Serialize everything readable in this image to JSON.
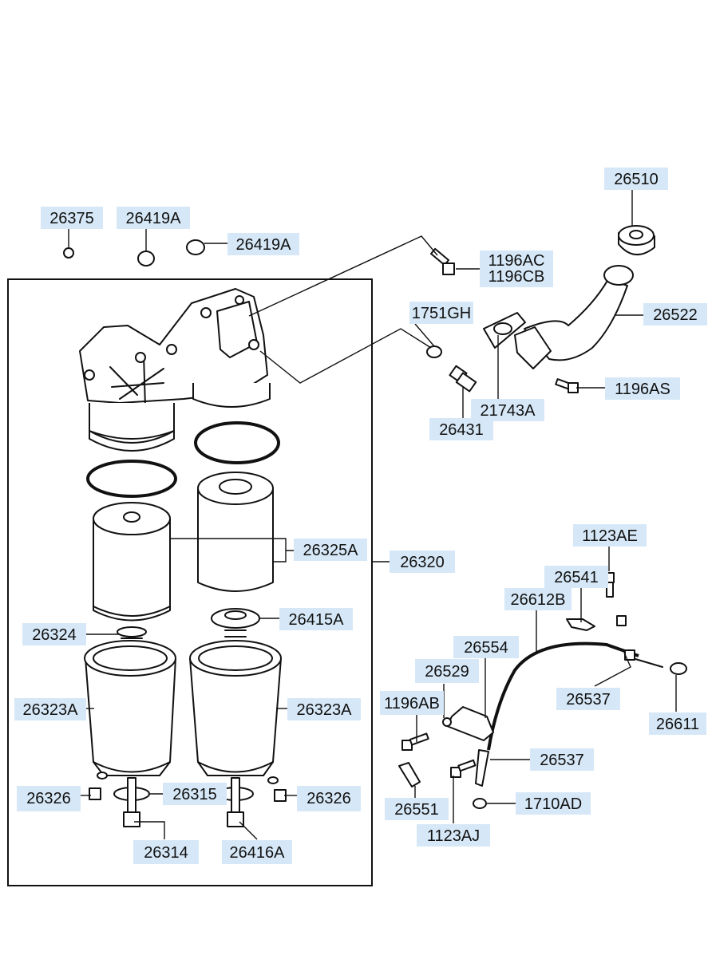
{
  "labels": {
    "p26375": "26375",
    "p26419A_1": "26419A",
    "p26419A_2": "26419A",
    "p26510": "26510",
    "p1196AC": "1196AC",
    "p1196CB": "1196CB",
    "p26522": "26522",
    "p1751GH": "1751GH",
    "p1196AS": "1196AS",
    "p21743A": "21743A",
    "p26431": "26431",
    "p26325A": "26325A",
    "p26320": "26320",
    "p26415A": "26415A",
    "p26324": "26324",
    "p26323A_left": "26323A",
    "p26323A_right": "26323A",
    "p26326_left": "26326",
    "p26315": "26315",
    "p26326_right": "26326",
    "p26314": "26314",
    "p26416A": "26416A",
    "p1123AE": "1123AE",
    "p26541": "26541",
    "p26612B": "26612B",
    "p26554": "26554",
    "p26529": "26529",
    "p1196AB": "1196AB",
    "p26537_upper": "26537",
    "p26611": "26611",
    "p26537_lower": "26537",
    "p26551": "26551",
    "p1710AD": "1710AD",
    "p1123AJ": "1123AJ"
  },
  "colors": {
    "label_background": "#d6e8f7",
    "line": "#111111",
    "background": "#ffffff"
  }
}
